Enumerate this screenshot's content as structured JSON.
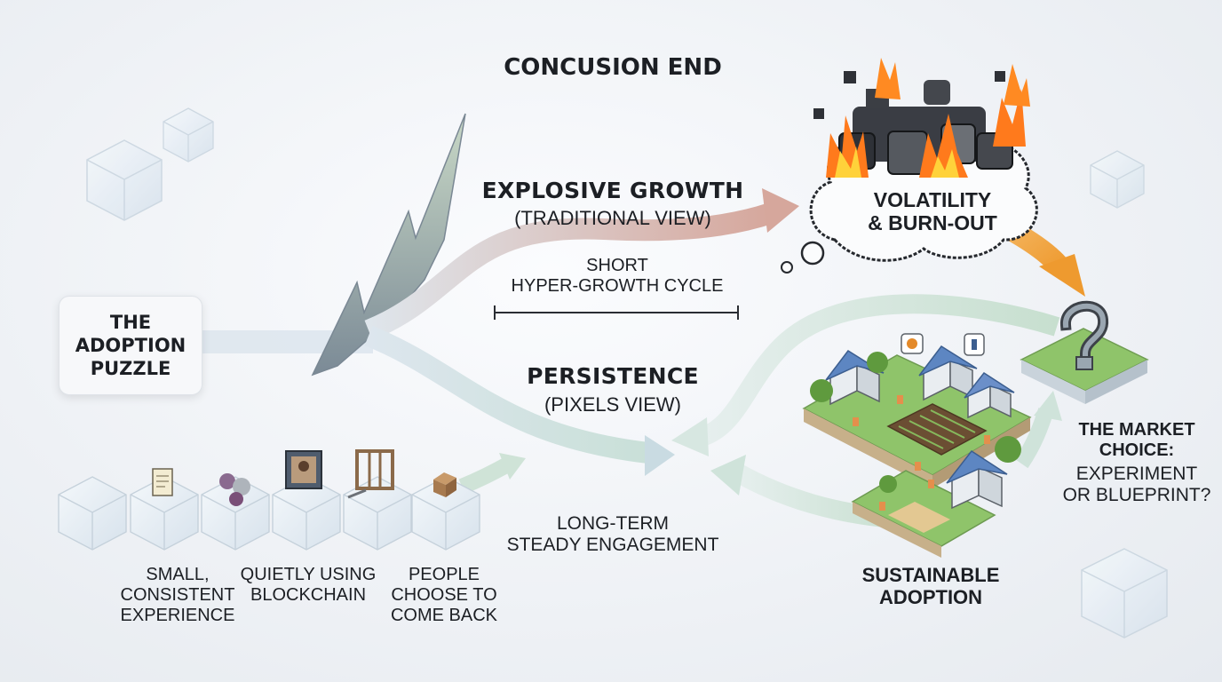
{
  "title": "CONCUSION END",
  "origin": {
    "label": "THE\nADOPTION\nPUZZLE"
  },
  "traditional": {
    "heading": "EXPLOSIVE GROWTH",
    "subheading": "(TRADITIONAL VIEW)"
  },
  "short_cycle": {
    "label": "SHORT\nHYPER-GROWTH CYCLE"
  },
  "persistence": {
    "heading": "PERSISTENCE",
    "subheading": "(PIXELS VIEW)"
  },
  "long_term": {
    "label": "LONG-TERM\nSTEADY ENGAGEMENT"
  },
  "burnout": {
    "label": "VOLATILITY\n& BURN-OUT"
  },
  "market": {
    "label_bold": "THE MARKET\nCHOICE:",
    "label_light": "EXPERIMENT\nOR BLUEPRINT?"
  },
  "sustainable": {
    "label": "SUSTAINABLE\nADOPTION"
  },
  "steps": [
    {
      "label": "SMALL,\nCONSISTENT\nEXPERIENCE"
    },
    {
      "label": "QUIETLY USING\nBLOCKCHAIN"
    },
    {
      "label": "PEOPLE\nCHOOSE TO\nCOME BACK"
    }
  ],
  "colors": {
    "growth_arrow": "#d9a99a",
    "persistence_arrow": "#c8ddd6",
    "burnout_arrow": "#f0a040",
    "fire": "#ff7a1c",
    "grass": "#8fc46a",
    "cube": "#dfe8f0"
  }
}
